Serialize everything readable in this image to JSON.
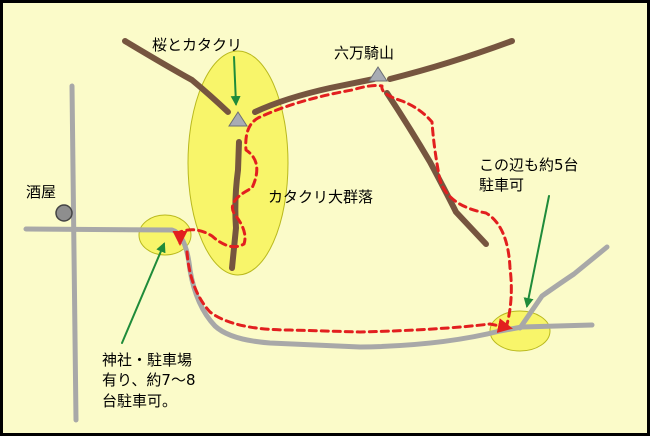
{
  "labels": {
    "sakura_katakuri": "桜とカタクリ",
    "peak": "六万騎山",
    "katakuri_colony": "カタクリ大群落",
    "sakaya": "酒屋",
    "parking_east_line1": "この辺も約5台",
    "parking_east_line2": "駐車可",
    "shrine_line1": "神社・駐車場",
    "shrine_line2": "有り、約7～8",
    "shrine_line3": "台駐車可。"
  },
  "colors": {
    "background": "#fbfbc9",
    "frame": "#000000",
    "road": "#a8a8a8",
    "trail": "#76553f",
    "route": "#e21f1f",
    "highlight_fill": "#f8f56a",
    "highlight_stroke": "#b9b91e",
    "pointer": "#1f8b3a",
    "summit": "#a8acb4",
    "shop": "#8e8e8e"
  },
  "icons": {
    "summit_marker": "triangle",
    "shop_marker": "circle",
    "pointer": "arrow"
  }
}
